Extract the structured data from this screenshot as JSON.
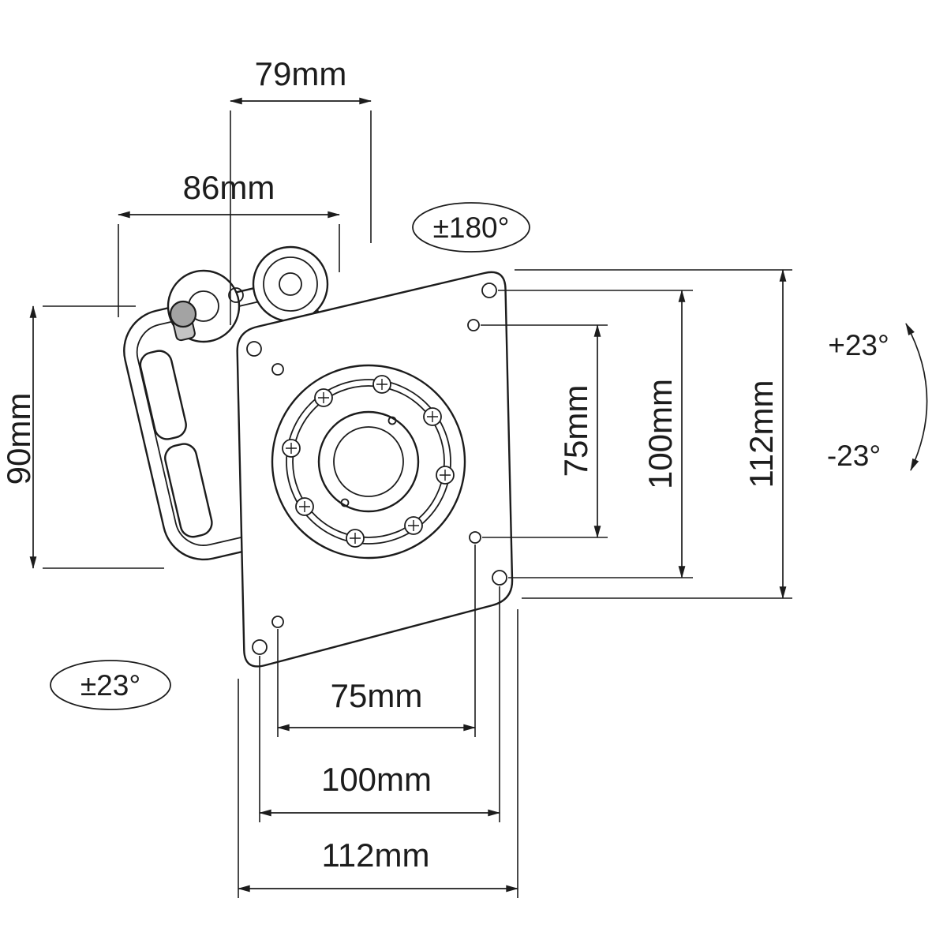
{
  "diagram": {
    "type": "technical-drawing",
    "subject": "VESA monitor mount adapter plate with tilt-and-swivel wall bracket, dimensioned",
    "colors": {
      "line": "#1c1c1c",
      "background": "#ffffff",
      "knob": "#a3a3a3"
    },
    "labels": {
      "width_79": "79mm",
      "width_86": "86mm",
      "height_90": "90mm",
      "rotation_180": "±180°",
      "vesa_75_v": "75mm",
      "vesa_100_v": "100mm",
      "height_112": "112mm",
      "tilt_up": "+23°",
      "tilt_down": "-23°",
      "swivel_23": "±23°",
      "vesa_75_h": "75mm",
      "vesa_100_h": "100mm",
      "width_112": "112mm"
    }
  }
}
